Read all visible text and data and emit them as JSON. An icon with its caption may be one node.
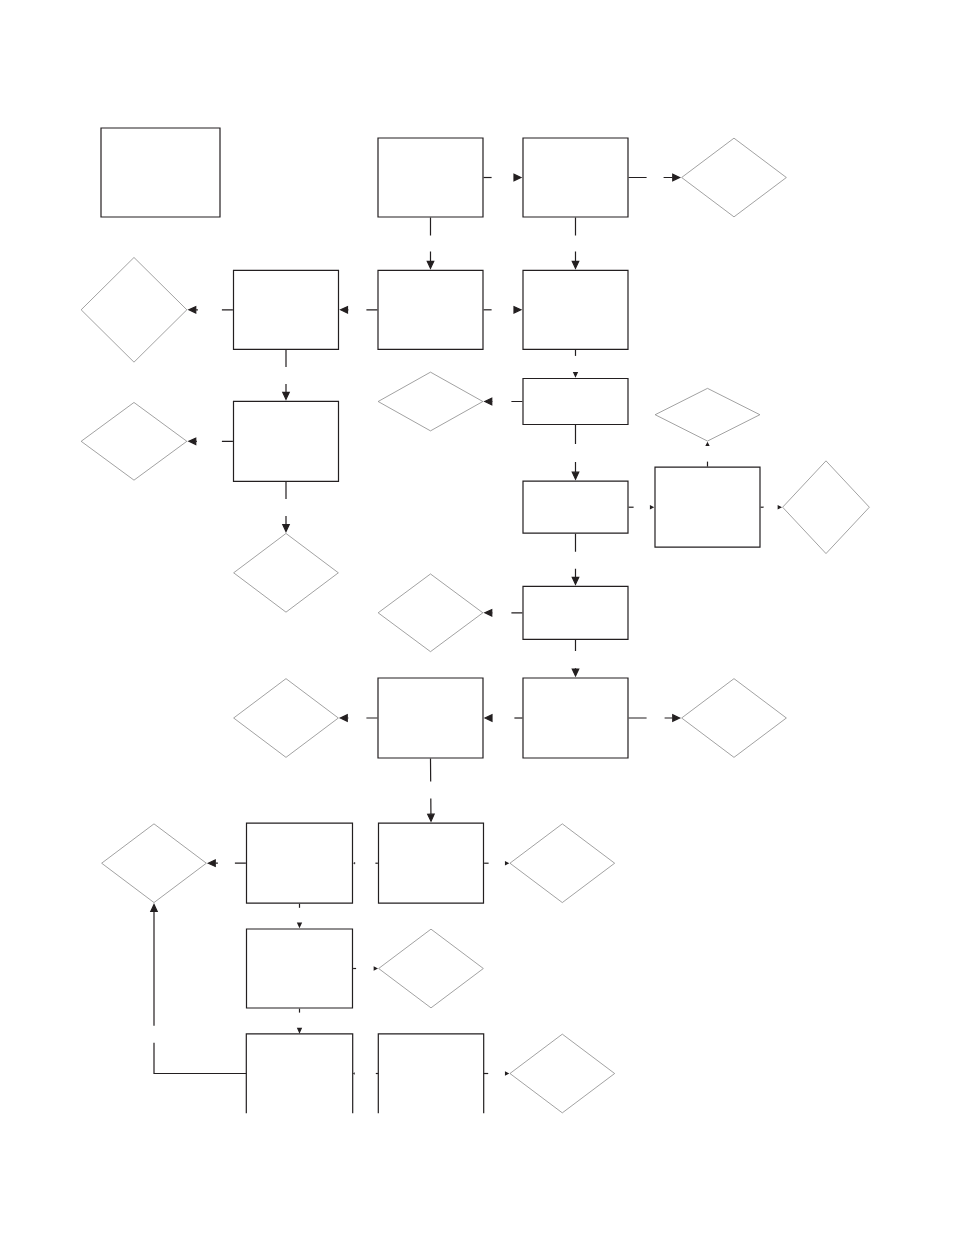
{
  "diagram": {
    "nodes": [
      {
        "text": [],
        "shape": "box"
      },
      {
        "text": [],
        "shape": "box"
      },
      {
        "text": [],
        "shape": "box"
      },
      {
        "text": [],
        "shape": "diamond"
      },
      {
        "text": [],
        "shape": "diamond"
      },
      {
        "text": [],
        "shape": "box"
      },
      {
        "text": [],
        "shape": "box"
      },
      {
        "text": [],
        "shape": "box"
      },
      {
        "text": [],
        "shape": "diamond"
      },
      {
        "text": [],
        "shape": "box"
      },
      {
        "text": [],
        "shape": "diamond"
      },
      {
        "text": [],
        "shape": "box"
      },
      {
        "text": [],
        "shape": "diamond"
      },
      {
        "text": [],
        "shape": "box"
      },
      {
        "text": [],
        "shape": "box"
      },
      {
        "text": [],
        "shape": "diamond"
      },
      {
        "text": [],
        "shape": "diamond"
      },
      {
        "text": [],
        "shape": "diamond"
      },
      {
        "text": [],
        "shape": "box"
      },
      {
        "text": [],
        "shape": "diamond"
      },
      {
        "text": [],
        "shape": "box"
      },
      {
        "text": [],
        "shape": "box"
      },
      {
        "text": [],
        "shape": "diamond"
      },
      {
        "text": [],
        "shape": "diamond"
      },
      {
        "text": [],
        "shape": "box"
      },
      {
        "text": [],
        "shape": "box"
      },
      {
        "text": [],
        "shape": "diamond"
      },
      {
        "text": [],
        "shape": "box"
      },
      {
        "text": [],
        "shape": "diamond"
      },
      {
        "text": [],
        "shape": "box"
      },
      {
        "text": [],
        "shape": "box"
      },
      {
        "text": [],
        "shape": "diamond"
      }
    ],
    "edges": [
      {
        "from": 1,
        "to": 2,
        "arrow": "to"
      },
      {
        "from": 2,
        "to": 3,
        "arrow": "to"
      },
      {
        "from": 1,
        "to": 6,
        "arrow": "to"
      },
      {
        "from": 2,
        "to": 7,
        "arrow": "to"
      },
      {
        "from": 6,
        "to": 5,
        "arrow": "to"
      },
      {
        "from": 5,
        "to": 4,
        "arrow": "to"
      },
      {
        "from": 6,
        "to": 7,
        "arrow": "to"
      },
      {
        "from": 5,
        "to": 9,
        "arrow": "to"
      },
      {
        "from": 7,
        "to": 11,
        "arrow": "to"
      },
      {
        "from": 9,
        "to": 8,
        "arrow": "to"
      },
      {
        "from": 11,
        "to": 10,
        "arrow": "to"
      },
      {
        "from": 9,
        "to": 16,
        "arrow": "to"
      },
      {
        "from": 11,
        "to": 13,
        "arrow": "to"
      },
      {
        "from": 13,
        "to": 14,
        "arrow": "to"
      },
      {
        "from": 14,
        "to": 12,
        "arrow": "to"
      },
      {
        "from": 14,
        "to": 15,
        "arrow": "to"
      },
      {
        "from": 13,
        "to": 18,
        "arrow": "to"
      },
      {
        "from": 18,
        "to": 17,
        "arrow": "to"
      },
      {
        "from": 18,
        "to": 21,
        "arrow": "to"
      },
      {
        "from": 21,
        "to": 20,
        "arrow": "to"
      },
      {
        "from": 20,
        "to": 19,
        "arrow": "to"
      },
      {
        "from": 21,
        "to": 22,
        "arrow": "to"
      },
      {
        "from": 20,
        "to": 25,
        "arrow": "to"
      },
      {
        "from": 24,
        "to": 23,
        "arrow": "to"
      },
      {
        "from": 25,
        "to": 24,
        "arrow": "to"
      },
      {
        "from": 25,
        "to": 26,
        "arrow": "to"
      },
      {
        "from": 24,
        "to": 27,
        "arrow": "to"
      },
      {
        "from": 27,
        "to": 28,
        "arrow": "to"
      },
      {
        "from": 27,
        "to": 29,
        "arrow": "to"
      },
      {
        "from": 29,
        "to": 23,
        "arrow": "to"
      },
      {
        "from": 30,
        "to": 29,
        "arrow": "to"
      },
      {
        "from": 30,
        "to": 31,
        "arrow": "to"
      }
    ]
  }
}
